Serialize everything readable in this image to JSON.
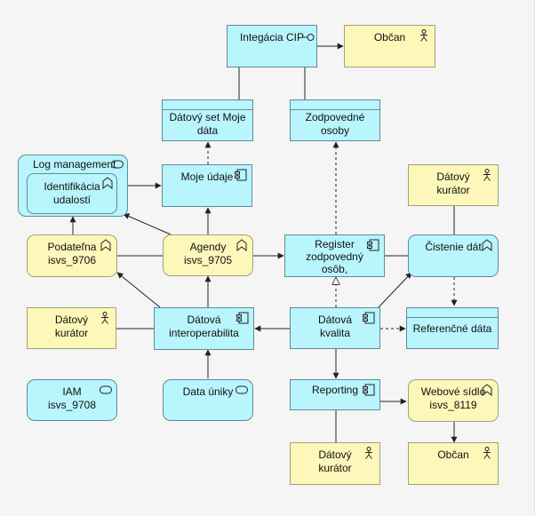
{
  "nodes": {
    "integacia_cip": "Integácia CIP",
    "obcan_top": "Občan",
    "datovy_set": "Dátový set Moje\ndáta",
    "zodpovedne_osoby": "Zodpovedné osoby",
    "log_management": "Log management",
    "identifikacia": "Identifikácia\nudalostí",
    "moje_udaje": "Moje údaje",
    "datovy_kurator_top": "Dátový\nkurátor",
    "podatelna": "Podateľna\nisvs_9706",
    "agendy": "Agendy\nisvs_9705",
    "register": "Register\nzodpovedný\nosôb,",
    "cistenie": "Čistenie dát",
    "datovy_kurator_left": "Dátový\nkurátor",
    "datova_interop": "Dátová\ninteroperabilita",
    "datova_kvalita": "Dátová\nkvalita",
    "referencne": "Referenčné dáta",
    "iam": "IAM\nisvs_9708",
    "data_uniky": "Data úniky",
    "reporting": "Reporting",
    "webove_sidlo": "Webové sídlo\nisvs_8119",
    "datovy_kurator_bottom": "Dátový\nkurátor",
    "obcan_bottom": "Občan"
  },
  "icons": {
    "component": "component-icon",
    "actor": "actor-icon",
    "function": "function-icon",
    "service": "service-icon",
    "interface": "interface-icon"
  },
  "colors": {
    "cyan": "#b8f5fc",
    "yellow": "#fdf7b9",
    "border": "#5f8c96"
  }
}
